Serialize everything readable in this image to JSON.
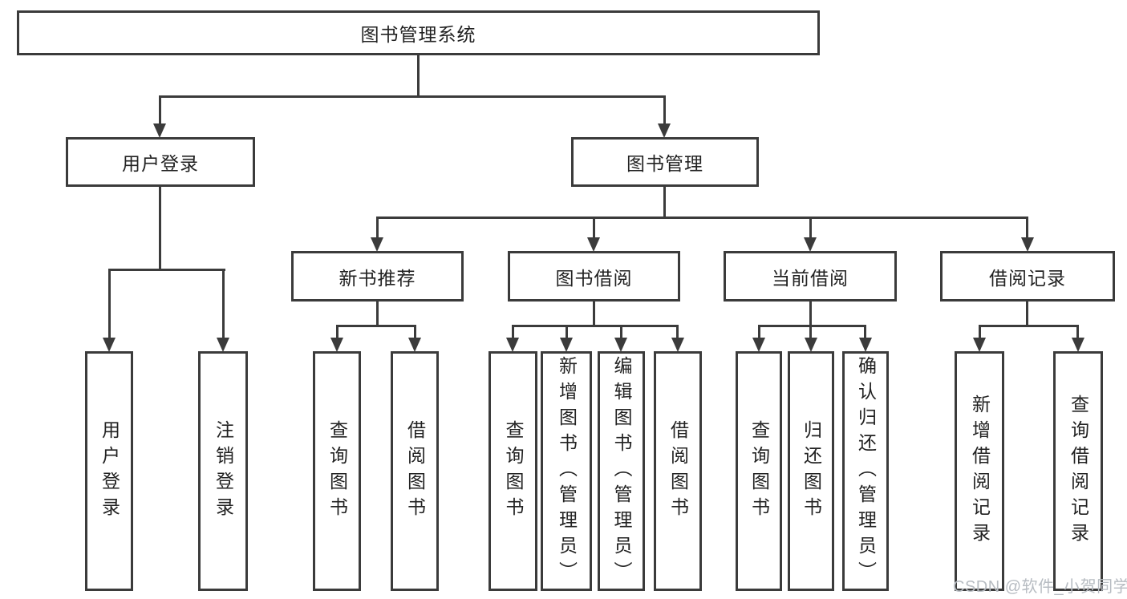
{
  "diagram": {
    "watermark": "CSDN @软件_小贺同学",
    "colors": {
      "line": "#3b3b3b",
      "text": "#222222",
      "watermark": "#b7bcc2",
      "background": "#ffffff"
    },
    "root": {
      "label": "图书管理系统"
    },
    "level2": {
      "user_login": {
        "label": "用户登录"
      },
      "book_mgmt": {
        "label": "图书管理"
      }
    },
    "user_login_children": {
      "login": {
        "label": "用户登录"
      },
      "logout": {
        "label": "注销登录"
      }
    },
    "book_mgmt_children": {
      "new_book_rec": {
        "label": "新书推荐"
      },
      "book_borrow": {
        "label": "图书借阅"
      },
      "current_borrow": {
        "label": "当前借阅"
      },
      "borrow_records": {
        "label": "借阅记录"
      }
    },
    "new_book_rec_children": {
      "query_books": {
        "label": "查询图书"
      },
      "borrow_books": {
        "label": "借阅图书"
      }
    },
    "book_borrow_children": {
      "query_books": {
        "label": "查询图书"
      },
      "add_books_admin": {
        "label": "新增图书（管理员）"
      },
      "edit_books_admin": {
        "label": "编辑图书（管理员）"
      },
      "borrow_books": {
        "label": "借阅图书"
      }
    },
    "current_borrow_children": {
      "query_books": {
        "label": "查询图书"
      },
      "return_books": {
        "label": "归还图书"
      },
      "confirm_return_admin": {
        "label": "确认归还（管理员）"
      }
    },
    "borrow_records_children": {
      "add_borrow_record": {
        "label": "新增借阅记录"
      },
      "query_borrow_record": {
        "label": "查询借阅记录"
      }
    }
  }
}
